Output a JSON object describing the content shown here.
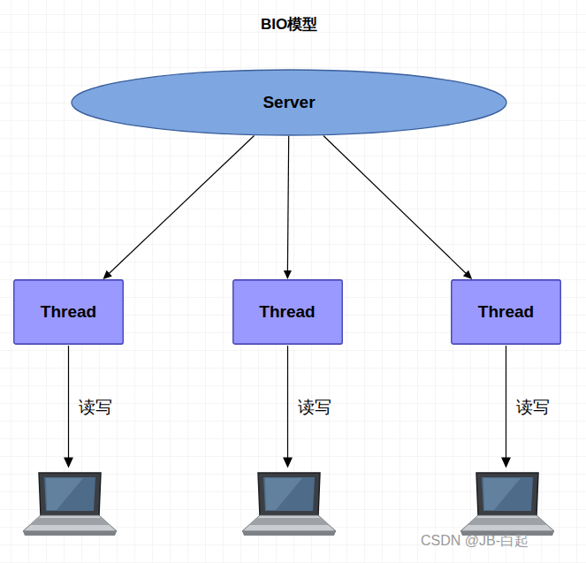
{
  "diagram": {
    "title": "BIO模型",
    "nodes": [
      {
        "text": [
          "Server"
        ]
      },
      {
        "text": [
          "Thread"
        ]
      },
      {
        "text": [
          "Thread"
        ]
      },
      {
        "text": [
          "Thread"
        ]
      }
    ],
    "edges": [
      {
        "from": 0,
        "to": 1,
        "arrow": "to"
      },
      {
        "from": 0,
        "to": 2,
        "arrow": "to"
      },
      {
        "from": 0,
        "to": 3,
        "arrow": "to"
      }
    ],
    "labels": [
      "读写",
      "读写",
      "读写",
      "CSDN @JB-白起"
    ]
  }
}
